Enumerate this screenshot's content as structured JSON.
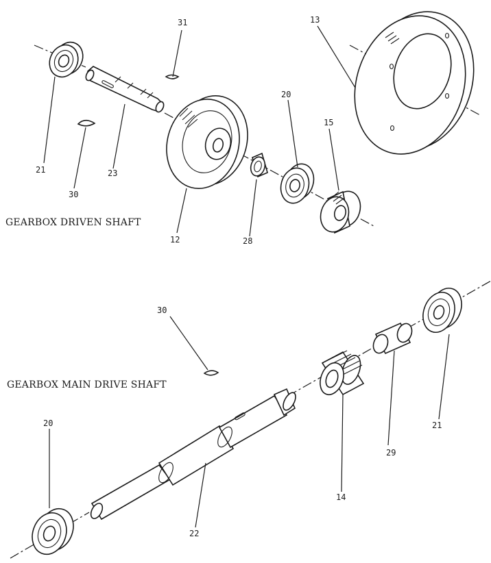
{
  "diagram": {
    "captions": {
      "driven_shaft": "GEARBOX DRIVEN SHAFT",
      "main_drive_shaft": "GEARBOX MAIN DRIVE SHAFT"
    },
    "callouts": {
      "c31": "31",
      "c13": "13",
      "c21_top": "21",
      "c23": "23",
      "c30_top": "30",
      "c20_top": "20",
      "c15": "15",
      "c12": "12",
      "c28": "28",
      "c30_bottom": "30",
      "c20_bottom": "20",
      "c22": "22",
      "c14": "14",
      "c29": "29",
      "c21_bottom": "21"
    }
  }
}
